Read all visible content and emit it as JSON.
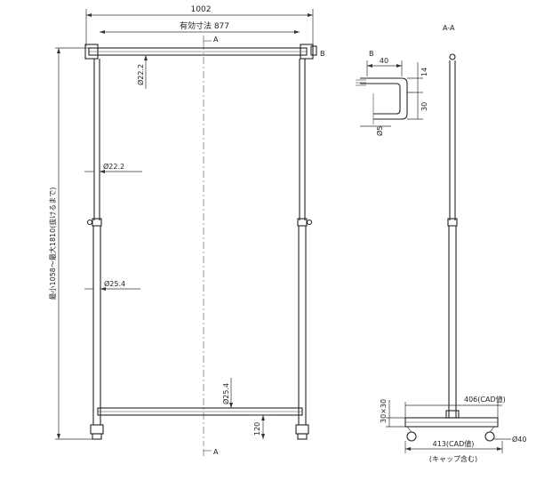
{
  "labels": {
    "overall_width": "1002",
    "effective_width": "有効寸法 877",
    "section_mark": "A",
    "section_mark_bottom": "A",
    "view_b": "B",
    "view_b_detail": "B",
    "section_title": "A-A",
    "top_tube_dia": "Ø22.2",
    "upper_post_dia": "Ø22.2",
    "lower_post_dia": "Ø25.4",
    "bottom_bar_dia": "Ø25.4",
    "height_range": "最小1058～最大1810(抜けるまで)",
    "bottom_offset": "120",
    "detail_width": "40",
    "detail_h1": "14",
    "detail_h2": "30",
    "detail_hole": "Ø5",
    "base_406": "406(CAD値)",
    "base_413": "413(CAD値)",
    "cap_note": "(キャップ含む)",
    "base_30x30": "30×30",
    "caster_dia": "Ø40"
  }
}
